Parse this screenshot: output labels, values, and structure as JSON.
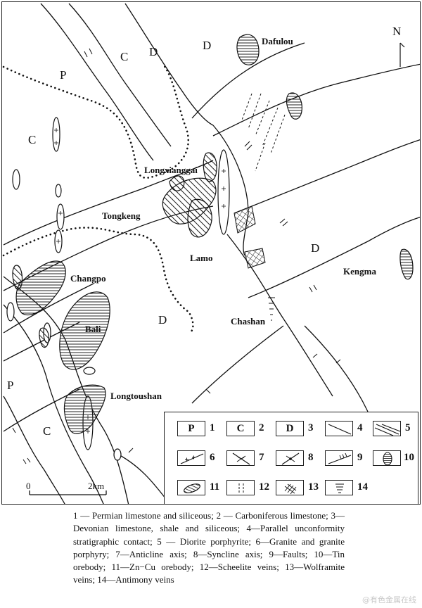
{
  "map": {
    "north_arrow": "N",
    "scale_start": "0",
    "scale_end": "2km",
    "places": {
      "dafulou": "Dafulou",
      "longxianggai": "Longxianggai",
      "tongkeng": "Tongkeng",
      "lamo": "Lamo",
      "changpo": "Changpo",
      "bali": "Bali",
      "kengma": "Kengma",
      "chashan": "Chashan",
      "longtoushan": "Longtoushan"
    },
    "units": {
      "p_west": "P",
      "p_southwest": "P",
      "c_north": "C",
      "c_west": "C",
      "c_southwest": "C",
      "d_north1": "D",
      "d_north2": "D",
      "d_central": "D",
      "d_east": "D"
    }
  },
  "legend": {
    "items": [
      {
        "num": "1",
        "symbol": "P"
      },
      {
        "num": "2",
        "symbol": "C"
      },
      {
        "num": "3",
        "symbol": "D"
      },
      {
        "num": "4",
        "symbol": "unconformity-line"
      },
      {
        "num": "5",
        "symbol": "diorite-porphyrite"
      },
      {
        "num": "6",
        "symbol": "granite-crosses"
      },
      {
        "num": "7",
        "symbol": "anticline-axis"
      },
      {
        "num": "8",
        "symbol": "syncline-axis"
      },
      {
        "num": "9",
        "symbol": "fault"
      },
      {
        "num": "10",
        "symbol": "tin-orebody"
      },
      {
        "num": "11",
        "symbol": "zn-cu-orebody"
      },
      {
        "num": "12",
        "symbol": "scheelite-veins"
      },
      {
        "num": "13",
        "symbol": "wolframite-veins"
      },
      {
        "num": "14",
        "symbol": "antimony-veins"
      }
    ]
  },
  "caption": "1 — Permian limestone and siliceous; 2 — Carboniferous limestone; 3—Devonian limestone, shale and siliceous; 4—Parallel unconformity stratigraphic contact; 5 — Diorite porphyrite; 6—Granite and granite porphyry; 7—Anticline axis; 8—Syncline axis; 9—Faults; 10—Tin orebody; 11—Zn−Cu orebody; 12—Scheelite veins; 13—Wolframite veins; 14—Antimony veins",
  "watermark": "@有色金属在线"
}
